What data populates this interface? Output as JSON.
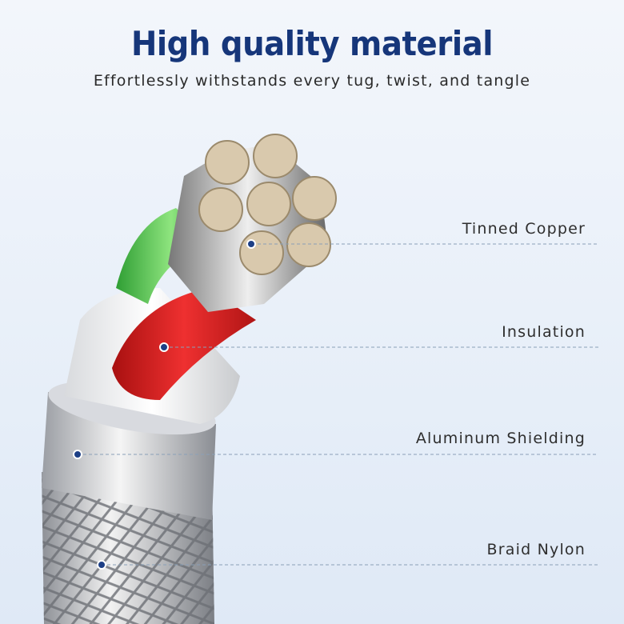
{
  "header": {
    "title": "High quality material",
    "subtitle": "Effortlessly withstands every tug, twist, and tangle"
  },
  "callouts": [
    {
      "label": "Tinned Copper"
    },
    {
      "label": "Insulation"
    },
    {
      "label": "Aluminum Shielding"
    },
    {
      "label": "Braid Nylon"
    }
  ],
  "colors": {
    "title": "#16367a",
    "dot": "#1d3f86",
    "insulation_red": "#d42020",
    "insulation_green": "#4fc94a",
    "copper": "#d9c9ad"
  }
}
